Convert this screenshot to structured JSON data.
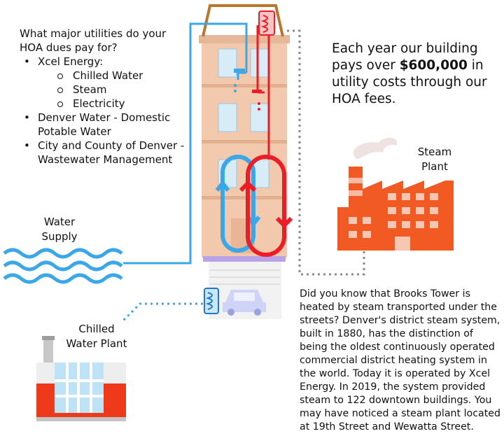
{
  "question": "What major utilities do your HOA dues pay for?",
  "utilities": [
    {
      "label": "Xcel Energy:",
      "subitems": [
        "Chilled Water",
        "Steam",
        "Electricity"
      ]
    },
    {
      "label": "Denver Water - Domestic Potable Water",
      "subitems": []
    },
    {
      "label": "City and County of Denver - Wastewater Management",
      "subitems": []
    }
  ],
  "cost": {
    "before": "Each year our building pays over ",
    "amount": "$600,000",
    "after": " in utility costs through our HOA fees."
  },
  "labels": {
    "water_supply": "Water Supply",
    "steam_plant": "Steam Plant",
    "chilled_water_plant": "Chilled Water Plant"
  },
  "steam_fact": "Did you know that Brooks Tower is heated by steam transported under the streets? Denver's district steam system, built in 1880, has the distinction of being the oldest continuously operated commercial district heating system in the world. Today it is operated by Xcel Energy. In 2019, the system provided steam to 122 downtown buildings. You may have noticed a steam plant located at 19th Street and Wewatta Street.",
  "colors": {
    "water": "#3aa7e8",
    "steam": "#ee1c25",
    "building": "#f2c9ad",
    "brick_trim": "#e7b79a",
    "plant_orange": "#f15a22",
    "roof_pipe": "#b9772e",
    "steam_line": "#8a8a8a"
  }
}
